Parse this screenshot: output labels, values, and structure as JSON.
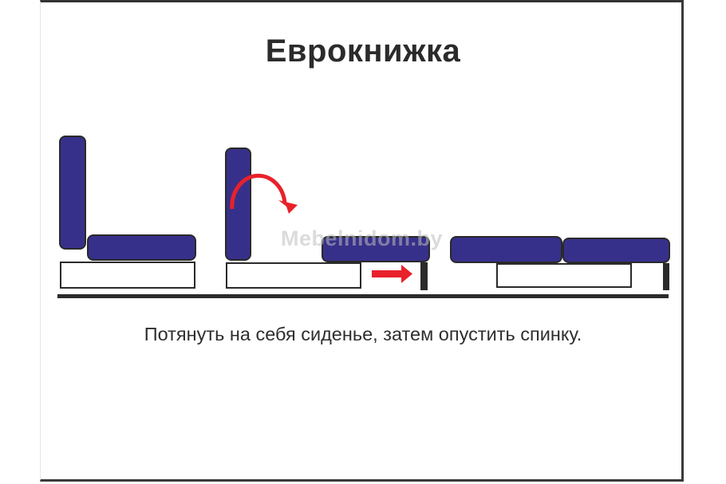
{
  "title": "Еврокнижка",
  "caption": "Потянуть на себя сиденье, затем опустить спинку.",
  "watermark": "Mebelnidom.by",
  "colors": {
    "cushion_fill": "#37308a",
    "outline": "#2a2a2a",
    "arrow": "#e8212a",
    "frame_box_fill": "#ffffff",
    "floor": "#2b2b2b",
    "text": "#2e2e2e"
  },
  "stages": [
    {
      "label": "stage-1-folded-sofa",
      "parts": [
        "back-cushion",
        "seat-cushion",
        "base-box"
      ]
    },
    {
      "label": "stage-2-pull-seat-lower-back",
      "parts": [
        "back-cushion",
        "seat-cushion-pulled",
        "base-box",
        "leg",
        "curved-arrow",
        "right-arrow"
      ]
    },
    {
      "label": "stage-3-unfolded-bed",
      "parts": [
        "back-cushion-flat",
        "seat-cushion",
        "base-box",
        "leg"
      ]
    }
  ]
}
